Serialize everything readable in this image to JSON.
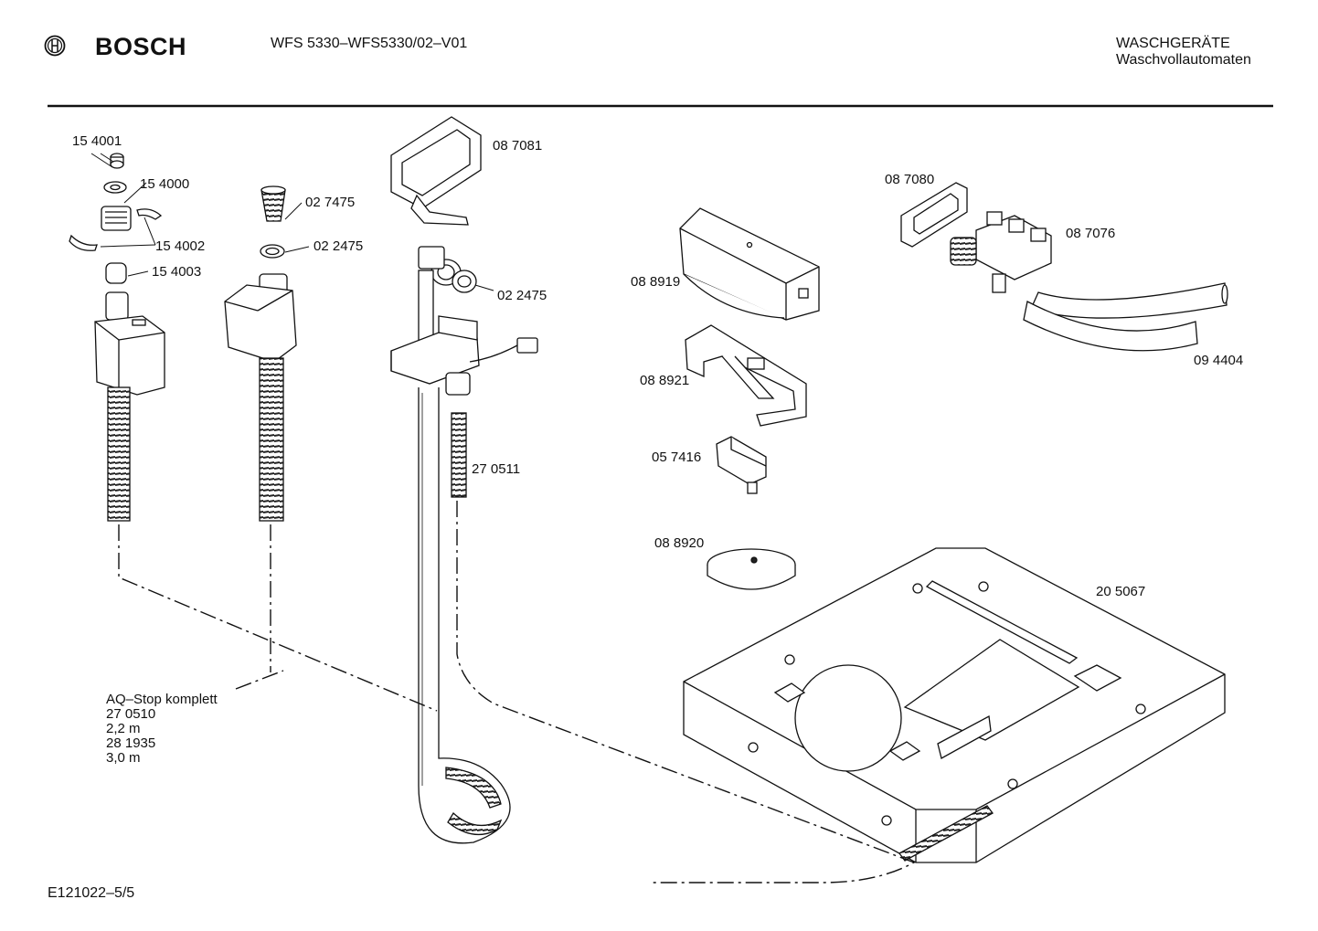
{
  "header": {
    "brand": "BOSCH",
    "model": "WFS 5330–WFS5330/02–V01",
    "category": "WASCHGERÄTE",
    "subcategory": "Waschvollautomaten"
  },
  "parts": [
    {
      "label": "15 4001"
    },
    {
      "label": "15 4000"
    },
    {
      "label": "15 4002"
    },
    {
      "label": "15 4003"
    },
    {
      "label": "02 7475"
    },
    {
      "label": "02 2475"
    },
    {
      "label": "08 7081"
    },
    {
      "label": "02 2475"
    },
    {
      "label": "27 0511"
    },
    {
      "label": "08 8919"
    },
    {
      "label": "08 8921"
    },
    {
      "label": "05 7416"
    },
    {
      "label": "08 8920"
    },
    {
      "label": "20 5067"
    },
    {
      "label": "08 7080"
    },
    {
      "label": "08 7076"
    },
    {
      "label": "09 4404"
    }
  ],
  "aqstop": {
    "title": "AQ–Stop komplett",
    "lines": [
      "27 0510",
      "2,2 m",
      "28 1935",
      "3,0 m"
    ]
  },
  "footer": {
    "code": "E121022–5/5"
  }
}
